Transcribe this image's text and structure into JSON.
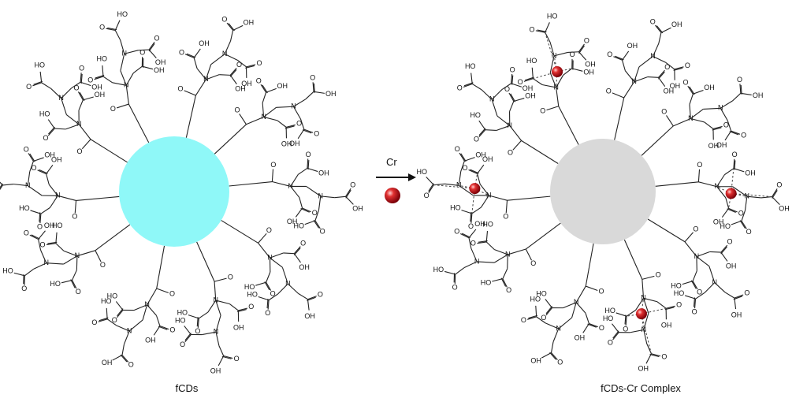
{
  "left_panel": {
    "caption": "fCDs",
    "core_color": "#8ff8f8"
  },
  "right_panel": {
    "caption": "fCDs-Cr Complex",
    "core_color": "#d9d9d9"
  },
  "reaction_arrow": {
    "reagent": "Cr",
    "metal_color": "#c8141e"
  },
  "atoms": {
    "nitrogen": "N",
    "hydroxyl": "OH",
    "hydroxyl_left": "HO",
    "oxygen": "O"
  }
}
